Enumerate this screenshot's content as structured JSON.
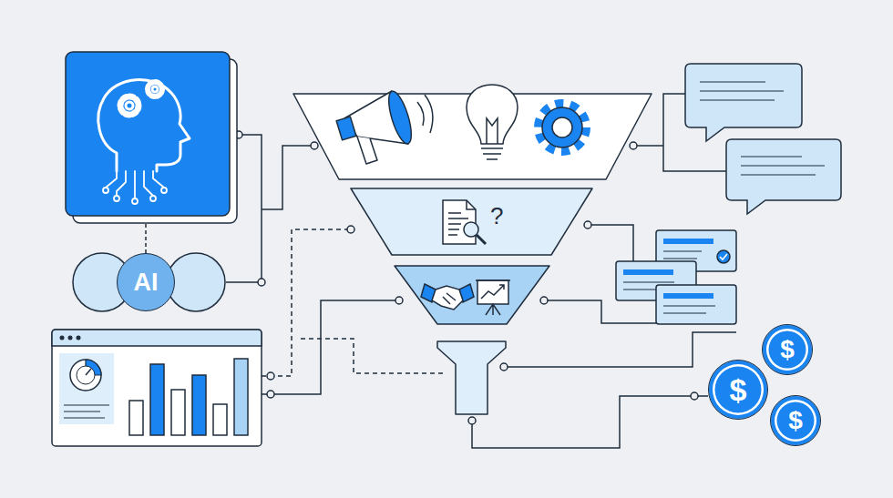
{
  "diagram": {
    "nodes": [
      {
        "text": [
          "AI"
        ]
      },
      {
        "text": [
          "$"
        ]
      },
      {
        "text": [
          "$"
        ]
      },
      {
        "text": [
          "$"
        ]
      }
    ],
    "edges": [],
    "labels": [
      "?"
    ]
  }
}
